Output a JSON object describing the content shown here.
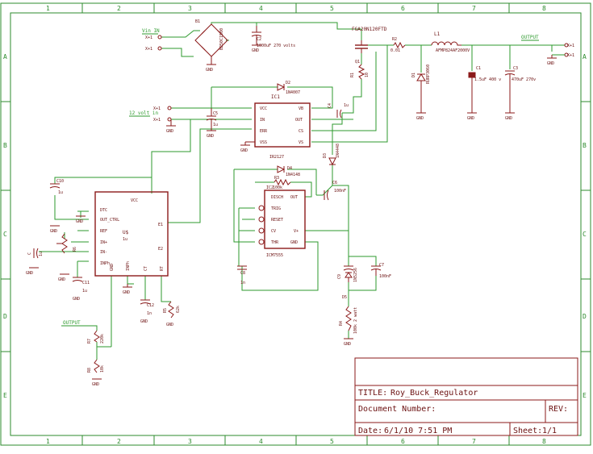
{
  "zones": {
    "columns": [
      "1",
      "2",
      "3",
      "4",
      "5",
      "6",
      "7",
      "8"
    ],
    "rows": [
      "A",
      "B",
      "C",
      "D",
      "E"
    ]
  },
  "title_block": {
    "title_label": "TITLE:",
    "title_value": "Roy_Buck_Regulator",
    "doc_label": "Document Number:",
    "rev_label": "REV:",
    "date_label": "Date:",
    "date_value": "6/1/10 7:51 PM",
    "sheet_label": "Sheet:",
    "sheet_value": "1/1"
  },
  "nets": {
    "vin": "Vin IN",
    "twelve_v": "12 volt in",
    "output_top": "OUTPUT",
    "output_left": "OUTPUT"
  },
  "components": {
    "b1": {
      "ref": "B1",
      "value": "B250C1500"
    },
    "c2": {
      "ref": "C2",
      "value": "1000uF 270 volts"
    },
    "q1": {
      "ref": "Q1",
      "value": "FGA20N120FTD"
    },
    "r2": {
      "ref": "R2",
      "value": "0.01"
    },
    "r1": {
      "ref": "R1",
      "value": "10"
    },
    "l1": {
      "ref": "L1",
      "value": "AFMP824AF2000V"
    },
    "d1": {
      "ref": "D1",
      "value": "RURP3060"
    },
    "c1": {
      "ref": "C1",
      "value": "1.5uF 400 v"
    },
    "c3": {
      "ref": "C3",
      "value": "470uF 270v"
    },
    "d2": {
      "ref": "D2",
      "value": "1N4007"
    },
    "ic1": {
      "ref": "IC1",
      "value": "IR2127",
      "pins_left": [
        "VCC",
        "IN",
        "ERR",
        "VSS"
      ],
      "pins_right": [
        "VB",
        "OUT",
        "CS",
        "VS"
      ]
    },
    "c4": {
      "ref": "C4",
      "value": "1u"
    },
    "c5": {
      "ref": "C5",
      "value": "1u"
    },
    "d3": {
      "ref": "D3",
      "value": "1N4448"
    },
    "d4": {
      "ref": "D4",
      "value": "1N4148"
    },
    "r3": {
      "ref": "R3",
      "value": "100k"
    },
    "c6": {
      "ref": "C6",
      "value": "100nF"
    },
    "ic2": {
      "ref": "IC2",
      "value": "ICM7555",
      "pins_left": [
        "DISCH",
        "TRIG",
        "RESET",
        "CV",
        "THR"
      ],
      "pins_right": [
        "OUT",
        "V+",
        "GND"
      ]
    },
    "c7": {
      "ref": "C7",
      "value": "100nF"
    },
    "c8": {
      "ref": "C8",
      "value": "1n"
    },
    "c9": {
      "ref": "C9",
      "value": ""
    },
    "d5": {
      "ref": "D5",
      "value": "1N5256"
    },
    "r4": {
      "ref": "R4",
      "value": "100k 2 watt"
    },
    "c10": {
      "ref": "C10",
      "value": "1u"
    },
    "u1": {
      "ref": "U$",
      "value": "1u",
      "pins_left": [
        "DTC",
        "OUT_CTRL",
        "REF",
        "IN+",
        "IN-",
        "INPh"
      ],
      "pins_top": [
        "VCC"
      ],
      "pins_right": [
        "E1",
        "E2"
      ],
      "pins_bottom": [
        "GND",
        "INPh",
        "CT",
        "RT"
      ]
    },
    "c11": {
      "ref": "C11",
      "value": "1u"
    },
    "c12": {
      "ref": "C12",
      "value": "1n"
    },
    "r5": {
      "ref": "R5",
      "value": "62k"
    },
    "r6": {
      "ref": "R6",
      "value": "1k"
    },
    "r7": {
      "ref": "R7",
      "value": "220k"
    },
    "r8": {
      "ref": "R8",
      "value": "10k"
    },
    "cx": {
      "ref": "C",
      "value": "1u"
    }
  },
  "connectors": {
    "vin_a": "X+1",
    "vin_b": "X+1",
    "out_a": "X+1",
    "out_b": "X+1",
    "twelve_a": "X+1",
    "twelve_b": "X+1"
  },
  "gnd_label": "GND"
}
